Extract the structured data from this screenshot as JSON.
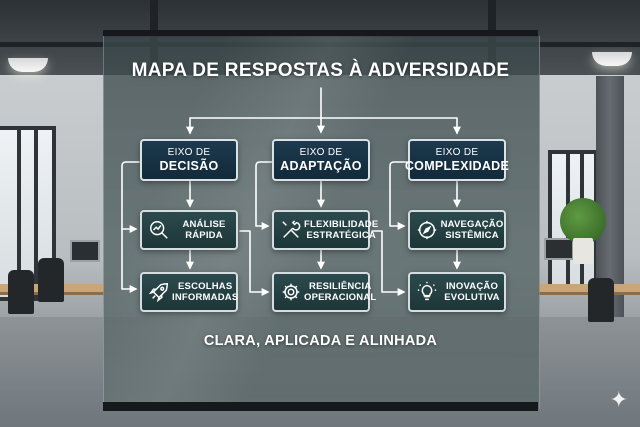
{
  "diagram": {
    "title": "MAPA DE RESPOSTAS À ADVERSIDADE",
    "subtitle": "CLARA, APLICADA E ALINHADA",
    "axes": [
      {
        "line1": "EIXO DE",
        "line2": "DECISÃO",
        "steps": [
          {
            "line1": "ANÁLISE",
            "line2": "RÁPIDA",
            "icon": "magnifier-chart-icon"
          },
          {
            "line1": "ESCOLHAS",
            "line2": "INFORMADAS",
            "icon": "rocket-icon"
          }
        ]
      },
      {
        "line1": "EIXO DE",
        "line2": "ADAPTAÇÃO",
        "steps": [
          {
            "line1": "FLEXIBILIDADE",
            "line2": "ESTRATÉGICA",
            "icon": "tools-icon"
          },
          {
            "line1": "RESILIÊNCIA",
            "line2": "OPERACIONAL",
            "icon": "gear-icon"
          }
        ]
      },
      {
        "line1": "EIXO DE",
        "line2": "COMPLEXIDADE",
        "steps": [
          {
            "line1": "NAVEGAÇÃO",
            "line2": "SISTÊMICA",
            "icon": "compass-icon"
          },
          {
            "line1": "INOVAÇÃO",
            "line2": "EVOLUTIVA",
            "icon": "lightbulb-icon"
          }
        ]
      }
    ],
    "colors": {
      "axis_box": "#16324a",
      "node_box": "#25413f",
      "border": "#d9e2e6",
      "text": "#ffffff"
    }
  }
}
